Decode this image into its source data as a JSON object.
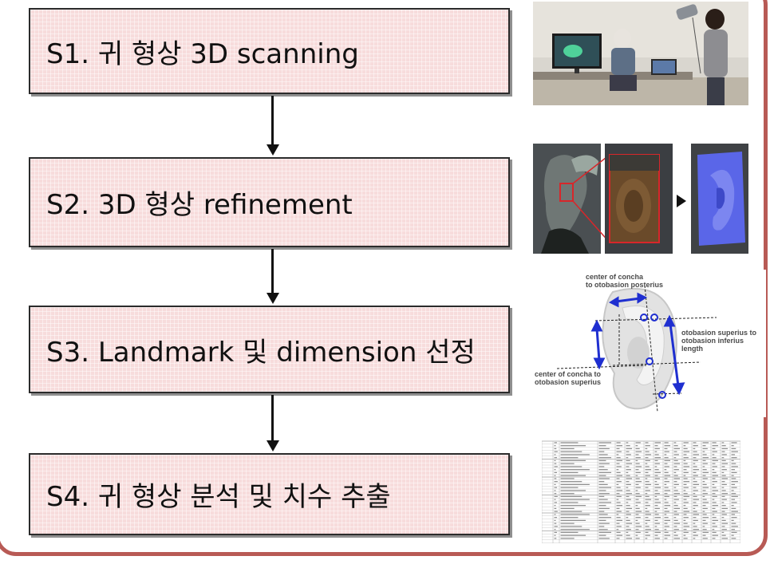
{
  "steps": [
    {
      "label": "S1. 귀 형상 3D scanning"
    },
    {
      "label": "S2. 3D 형상 refinement"
    },
    {
      "label": "S3. Landmark 및 dimension 선정"
    },
    {
      "label": "S4. 귀 형상 분석 및 치수 추출"
    }
  ],
  "landmark_figure": {
    "top_label_line1": "center of concha",
    "top_label_line2": "to otobasion posterius",
    "right_label_line1": "otobasion superius to",
    "right_label_line2": "otobasion inferius",
    "right_label_line3": "length",
    "left_label_line1": "center of concha to",
    "left_label_line2": "otobasion superius"
  },
  "colors": {
    "frame": "#b85a55",
    "step_fill": "#f7dcdc",
    "dimension_arrow": "#1f2fd0",
    "mesh": "#5a66e8"
  }
}
